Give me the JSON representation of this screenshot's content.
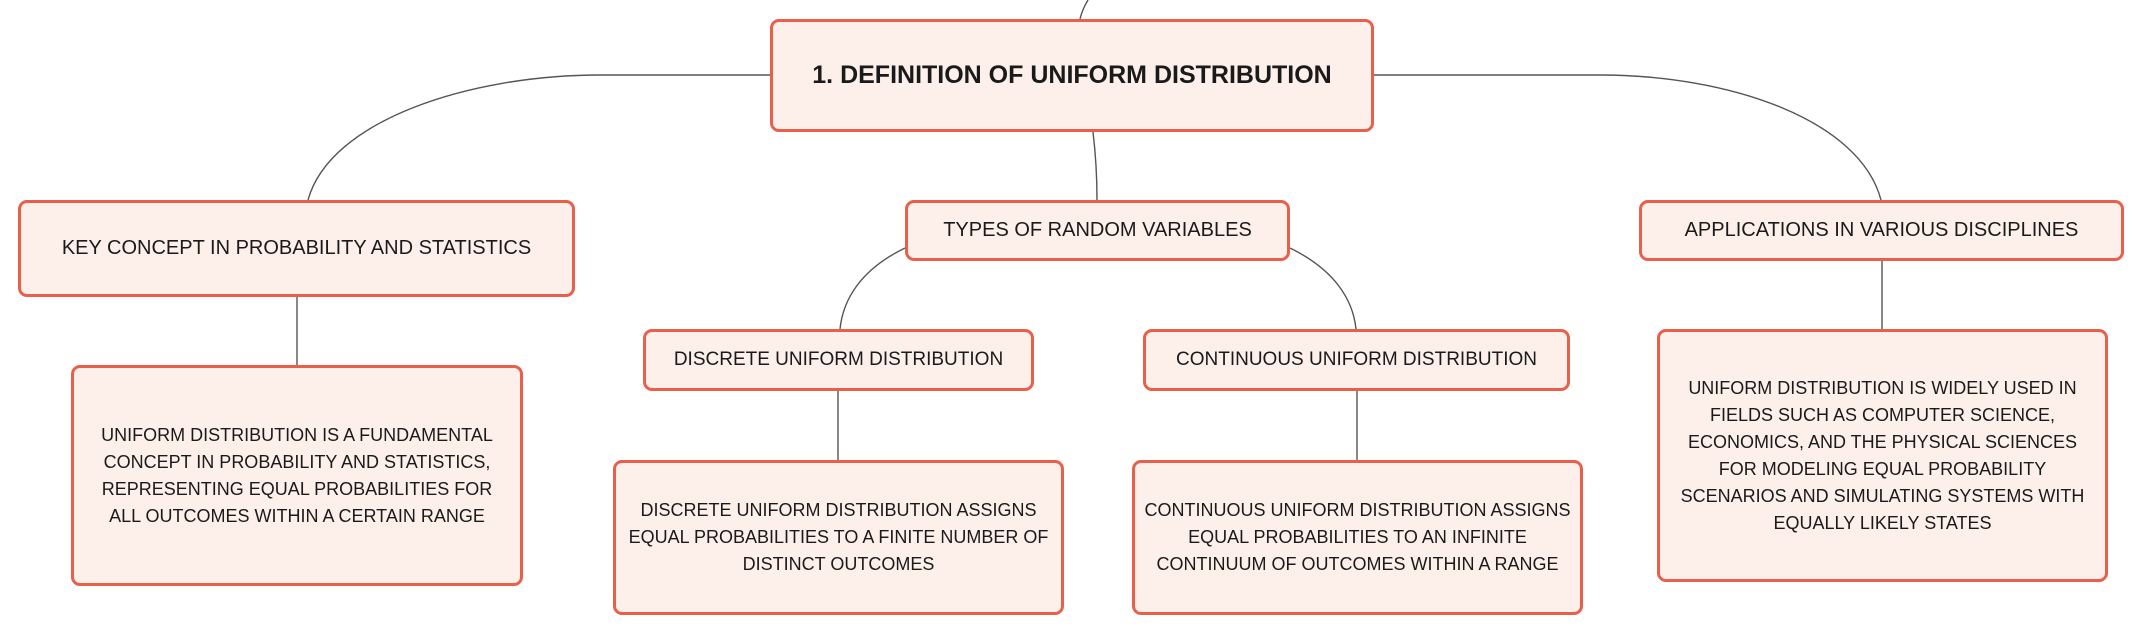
{
  "diagram": {
    "root": {
      "label": "1. DEFINITION OF UNIFORM DISTRIBUTION"
    },
    "branches": {
      "key": {
        "label": "KEY CONCEPT IN PROBABILITY AND STATISTICS",
        "description": "UNIFORM DISTRIBUTION IS A FUNDAMENTAL CONCEPT IN PROBABILITY AND STATISTICS, REPRESENTING EQUAL PROBABILITIES FOR ALL OUTCOMES WITHIN A CERTAIN RANGE"
      },
      "types": {
        "label": "TYPES OF RANDOM VARIABLES",
        "discrete": {
          "label": "DISCRETE UNIFORM DISTRIBUTION",
          "description": "DISCRETE UNIFORM DISTRIBUTION ASSIGNS EQUAL PROBABILITIES TO A FINITE NUMBER OF DISTINCT OUTCOMES"
        },
        "continuous": {
          "label": "CONTINUOUS UNIFORM DISTRIBUTION",
          "description": "CONTINUOUS UNIFORM DISTRIBUTION ASSIGNS EQUAL PROBABILITIES TO AN INFINITE CONTINUUM OF OUTCOMES WITHIN A RANGE"
        }
      },
      "applications": {
        "label": "APPLICATIONS IN VARIOUS DISCIPLINES",
        "description": "UNIFORM DISTRIBUTION IS WIDELY USED IN FIELDS SUCH AS COMPUTER SCIENCE, ECONOMICS, AND THE PHYSICAL SCIENCES FOR MODELING EQUAL PROBABILITY SCENARIOS AND SIMULATING SYSTEMS WITH EQUALLY LIKELY STATES"
      }
    },
    "colors": {
      "node_border": "#e8604c",
      "node_fill": "#fdf0eb",
      "connector": "#555555",
      "text": "#1a1a1a"
    }
  }
}
